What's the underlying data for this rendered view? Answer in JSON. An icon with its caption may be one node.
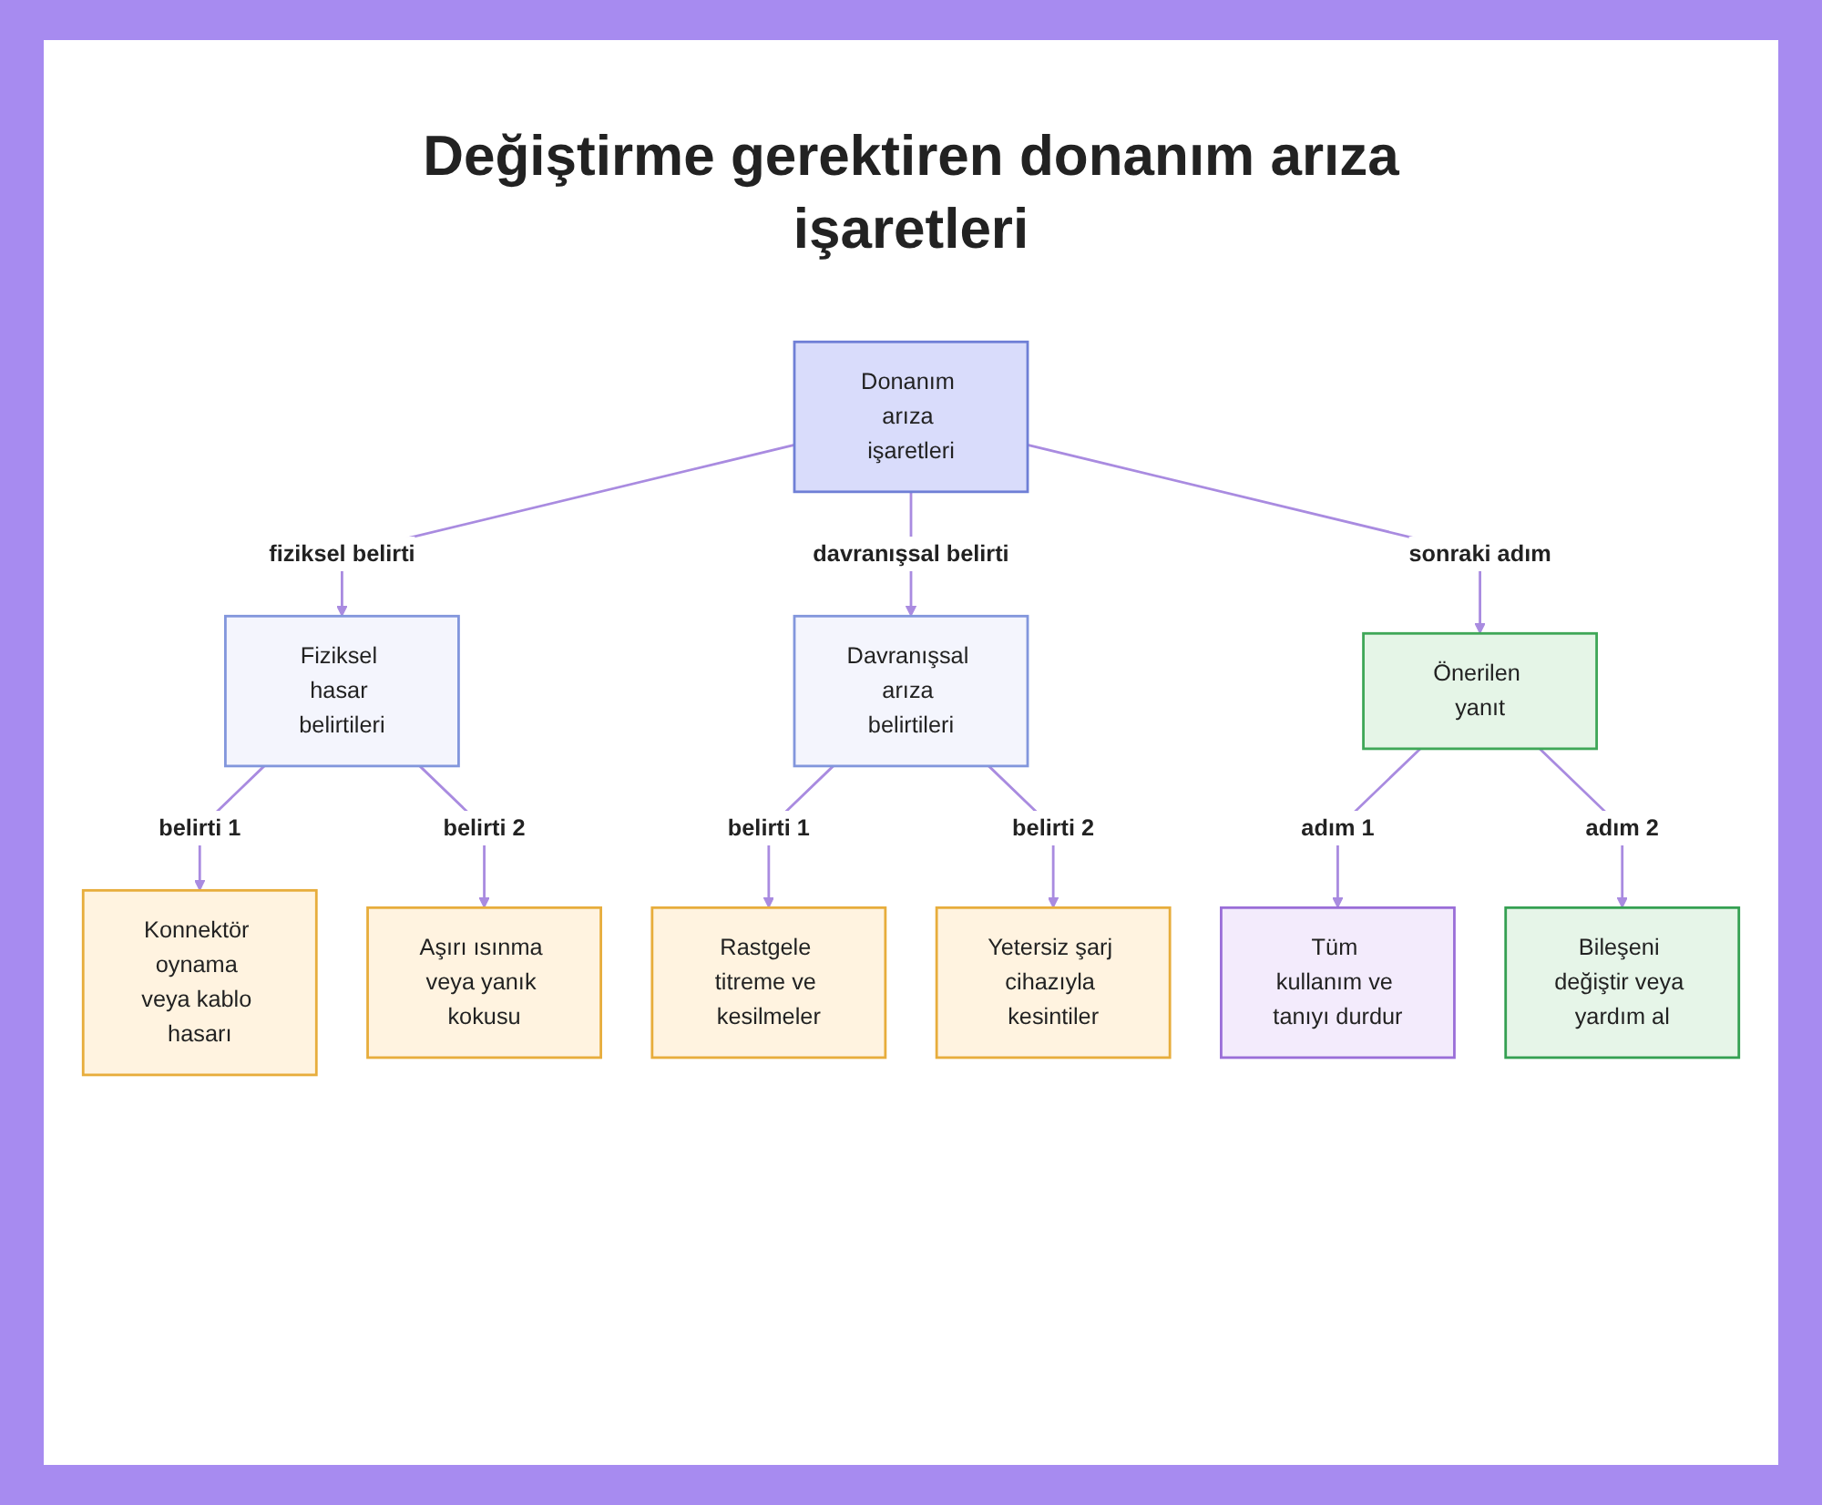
{
  "diagram": {
    "title": "Değiştirme gerektiren donanım arıza işaretleri",
    "nodes": [
      {
        "text": [
          "Donanım arıza işaretleri"
        ]
      },
      {
        "text": [
          "Fiziksel hasar belirtileri"
        ]
      },
      {
        "text": [
          "Davranışsal arıza belirtileri"
        ]
      },
      {
        "text": [
          "Önerilen yanıt"
        ]
      },
      {
        "text": [
          "Konnektör oynama veya kablo hasarı"
        ]
      },
      {
        "text": [
          "Aşırı ısınma veya yanık kokusu"
        ]
      },
      {
        "text": [
          "Rastgele titreme ve kesilmeler"
        ]
      },
      {
        "text": [
          "Yetersiz şarj cihazıyla kesintiler"
        ]
      },
      {
        "text": [
          "Tüm kullanım ve tanıyı durdur"
        ]
      },
      {
        "text": [
          "Bileşeni değiştir veya yardım al"
        ]
      }
    ],
    "edges": [
      {
        "from": 0,
        "to": 1,
        "arrow": "to",
        "label": "fiziksel belirti"
      },
      {
        "from": 0,
        "to": 2,
        "arrow": "to",
        "label": "davranışsal belirti"
      },
      {
        "from": 0,
        "to": 3,
        "arrow": "to",
        "label": "sonraki adım"
      },
      {
        "from": 1,
        "to": 4,
        "arrow": "to",
        "label": "belirti 1"
      },
      {
        "from": 1,
        "to": 5,
        "arrow": "to",
        "label": "belirti 2"
      },
      {
        "from": 2,
        "to": 6,
        "arrow": "to",
        "label": "belirti 1"
      },
      {
        "from": 2,
        "to": 7,
        "arrow": "to",
        "label": "belirti 2"
      },
      {
        "from": 3,
        "to": 8,
        "arrow": "to",
        "label": "adım 1"
      },
      {
        "from": 3,
        "to": 9,
        "arrow": "to",
        "label": "adım 2"
      }
    ]
  }
}
